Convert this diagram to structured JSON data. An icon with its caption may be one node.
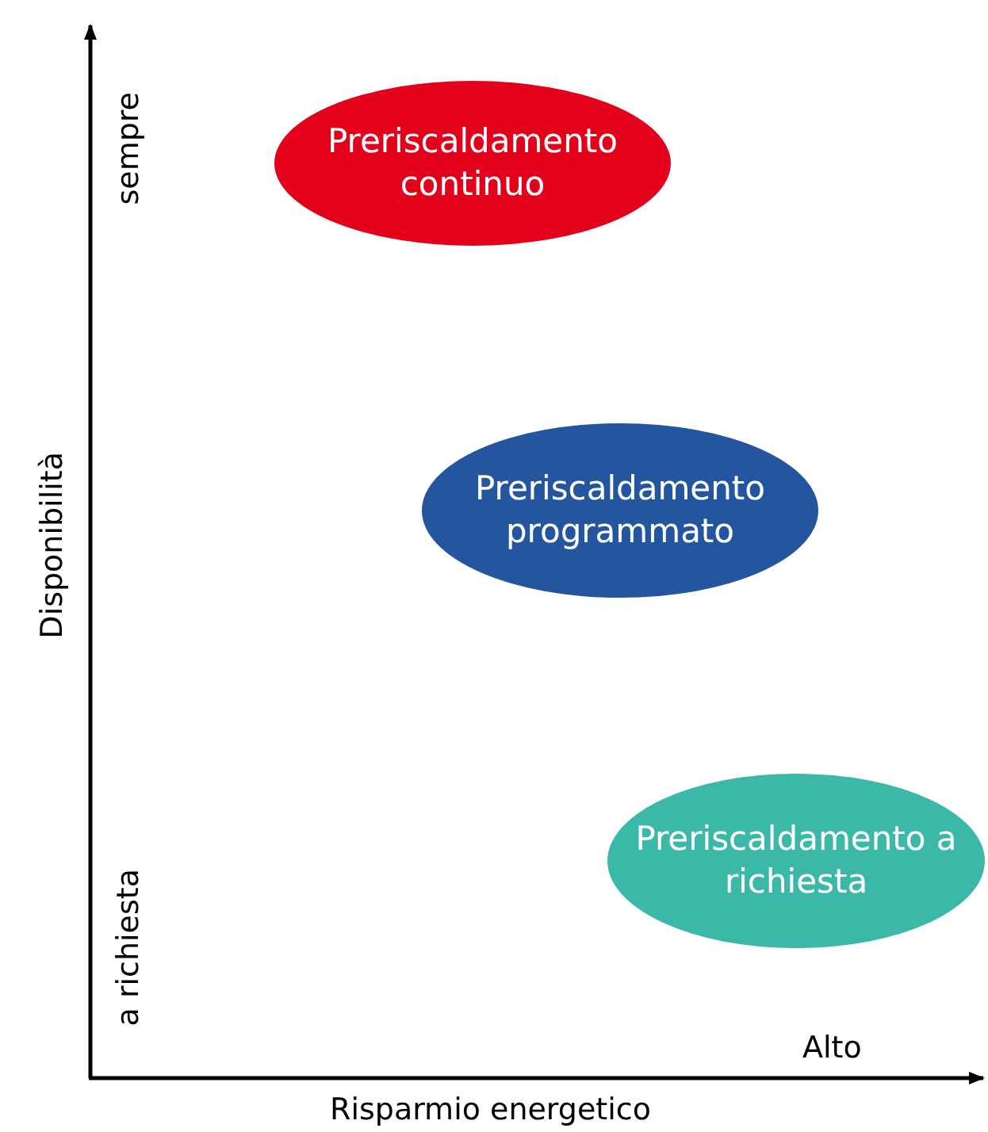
{
  "diagram": {
    "nodes": [
      {
        "text": [
          "Preriscaldamento continuo"
        ]
      },
      {
        "text": [
          "Preriscaldamento programmato"
        ]
      },
      {
        "text": [
          "Preriscaldamento a richiesta"
        ]
      }
    ],
    "labels": [
      "sempre",
      "Disponibilità",
      "a richiesta",
      "Alto",
      "Risparmio energetico"
    ]
  }
}
